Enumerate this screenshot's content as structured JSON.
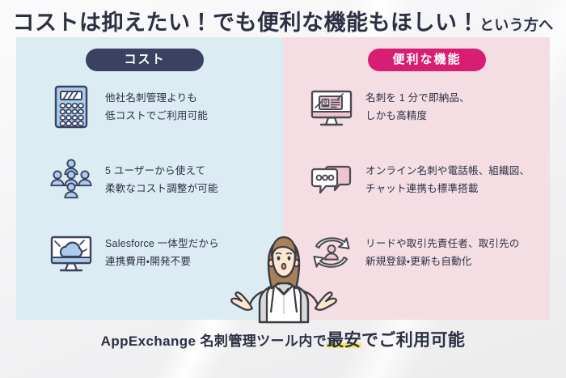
{
  "headline": {
    "emphasis": "コストは抑えたい！でも便利な機能もほしい！",
    "tail": "という方へ"
  },
  "colors": {
    "panel_left_bg": "#dcecf3",
    "panel_right_bg": "#f4dde3",
    "badge_cost_bg": "#3b4160",
    "badge_feature_bg": "#d81e72",
    "text": "#2b3044",
    "icon_blue": "#a9cdeb",
    "icon_pink": "#efc3d0",
    "highlight_yellow": "#f7e96a",
    "page_bg": "#f2f2f4"
  },
  "left_panel": {
    "badge": "コスト",
    "items": [
      {
        "icon": "calculator-icon",
        "line1": "他社名刺管理よりも",
        "line2": "低コストでご利用可能"
      },
      {
        "icon": "users-group-icon",
        "line1": "5 ユーザーから使えて",
        "line2": "柔軟なコスト調整が可能"
      },
      {
        "icon": "monitor-cloud-icon",
        "line1": "Salesforce 一体型だから",
        "line2": "連携費用・開発不要"
      }
    ]
  },
  "right_panel": {
    "badge": "便利な機能",
    "items": [
      {
        "icon": "monitor-business-card-icon",
        "line1": "名刺を 1 分で即納品、",
        "line2": "しかも高精度"
      },
      {
        "icon": "chat-bubbles-icon",
        "line1": "オンライン名刺や電話帳、組織図、",
        "line2": "チャット連携も標準搭載"
      },
      {
        "icon": "sync-person-icon",
        "line1": "リードや取引先責任者、取引先の",
        "line2": "新規登録・更新も自動化"
      }
    ]
  },
  "illustration": {
    "name": "shrugging-woman-illustration"
  },
  "banner": {
    "prefix": "AppExchange 名刺管理ツール内で",
    "highlight": "最安",
    "suffix": "でご利用可能"
  }
}
